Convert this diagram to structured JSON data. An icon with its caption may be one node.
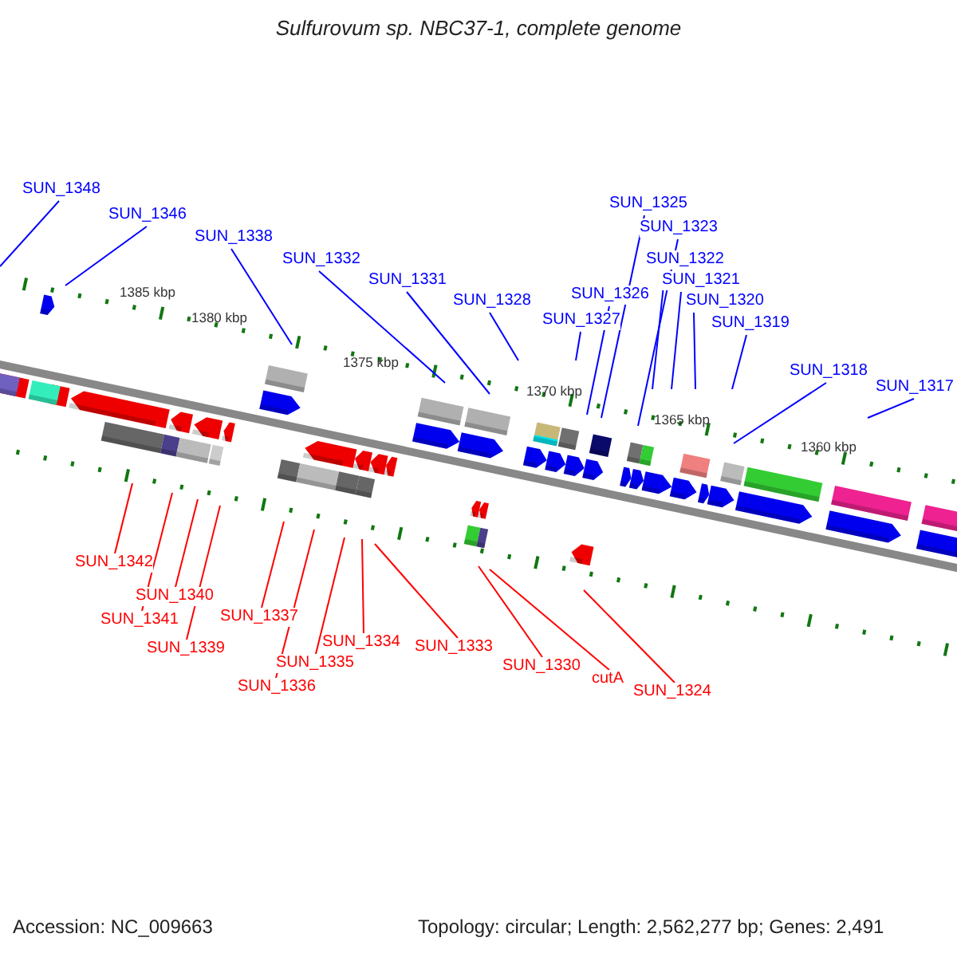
{
  "diagram": {
    "title": "Sulfurovum sp. NBC37-1, complete genome",
    "nodes": [
      {
        "text": [
          "SUN_1348"
        ]
      },
      {
        "text": [
          "SUN_1346"
        ]
      },
      {
        "text": [
          "SUN_1338"
        ]
      },
      {
        "text": [
          "SUN_1332"
        ]
      },
      {
        "text": [
          "SUN_1331"
        ]
      },
      {
        "text": [
          "SUN_1328"
        ]
      },
      {
        "text": [
          "SUN_1327"
        ]
      },
      {
        "text": [
          "SUN_1326"
        ]
      },
      {
        "text": [
          "SUN_1325"
        ]
      },
      {
        "text": [
          "SUN_1323"
        ]
      },
      {
        "text": [
          "SUN_1322"
        ]
      },
      {
        "text": [
          "SUN_1321"
        ]
      },
      {
        "text": [
          "SUN_1320"
        ]
      },
      {
        "text": [
          "SUN_1319"
        ]
      },
      {
        "text": [
          "SUN_1318"
        ]
      },
      {
        "text": [
          "SUN_1317"
        ]
      },
      {
        "text": [
          "SUN_1342"
        ]
      },
      {
        "text": [
          "SUN_1340"
        ]
      },
      {
        "text": [
          "SUN_1341"
        ]
      },
      {
        "text": [
          "SUN_1339"
        ]
      },
      {
        "text": [
          "SUN_1337"
        ]
      },
      {
        "text": [
          "SUN_1336"
        ]
      },
      {
        "text": [
          "SUN_1335"
        ]
      },
      {
        "text": [
          "SUN_1334"
        ]
      },
      {
        "text": [
          "SUN_1333"
        ]
      },
      {
        "text": [
          "SUN_1330"
        ]
      },
      {
        "text": [
          "cutA"
        ]
      },
      {
        "text": [
          "SUN_1324"
        ]
      }
    ],
    "edges": [
      {
        "from": 0,
        "to": null,
        "arrow": "none"
      },
      {
        "from": 1,
        "to": null,
        "arrow": "none"
      },
      {
        "from": 2,
        "to": null,
        "arrow": "none"
      },
      {
        "from": 3,
        "to": null,
        "arrow": "none"
      },
      {
        "from": 4,
        "to": null,
        "arrow": "none"
      },
      {
        "from": 5,
        "to": null,
        "arrow": "none"
      },
      {
        "from": 6,
        "to": null,
        "arrow": "none"
      },
      {
        "from": 7,
        "to": null,
        "arrow": "none"
      },
      {
        "from": 8,
        "to": null,
        "arrow": "none"
      },
      {
        "from": 9,
        "to": null,
        "arrow": "none"
      },
      {
        "from": 10,
        "to": null,
        "arrow": "none"
      },
      {
        "from": 11,
        "to": null,
        "arrow": "none"
      },
      {
        "from": 12,
        "to": null,
        "arrow": "none"
      },
      {
        "from": 13,
        "to": null,
        "arrow": "none"
      },
      {
        "from": 14,
        "to": null,
        "arrow": "none"
      },
      {
        "from": 15,
        "to": null,
        "arrow": "none"
      },
      {
        "from": 16,
        "to": null,
        "arrow": "none",
        "color": "#ff0000"
      },
      {
        "from": 17,
        "to": null,
        "arrow": "none",
        "color": "#ff0000"
      },
      {
        "from": 18,
        "to": null,
        "arrow": "none",
        "color": "#ff0000"
      },
      {
        "from": 19,
        "to": null,
        "arrow": "none",
        "color": "#ff0000"
      },
      {
        "from": 20,
        "to": null,
        "arrow": "none",
        "color": "#ff0000"
      },
      {
        "from": 21,
        "to": null,
        "arrow": "none",
        "color": "#ff0000"
      },
      {
        "from": 22,
        "to": null,
        "arrow": "none",
        "color": "#ff0000"
      },
      {
        "from": 23,
        "to": null,
        "arrow": "none",
        "color": "#ff0000"
      },
      {
        "from": 24,
        "to": null,
        "arrow": "none",
        "color": "#ff0000"
      },
      {
        "from": 25,
        "to": null,
        "arrow": "none",
        "color": "#ff0000"
      },
      {
        "from": 26,
        "to": null,
        "arrow": "none",
        "color": "#ff0000"
      },
      {
        "from": 27,
        "to": null,
        "arrow": "none",
        "color": "#ff0000"
      }
    ],
    "labels": [
      "1385 kbp",
      "1380 kbp",
      "1375 kbp",
      "1370 kbp",
      "1365 kbp",
      "1360 kbp",
      "Accession: NC_009663",
      "Topology: circular; Length: 2,562,277 bp; Genes: 2,491"
    ]
  }
}
